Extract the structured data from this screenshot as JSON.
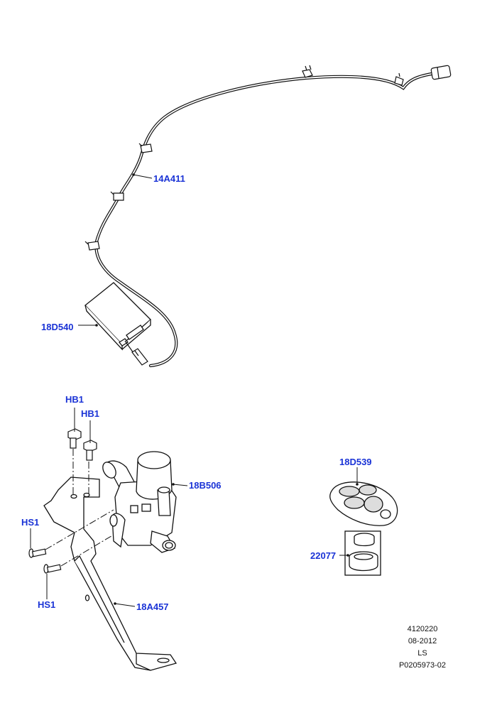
{
  "callouts": {
    "antenna_cable": "14A411",
    "control_module": "18D540",
    "fuel_bolt_1": "HB1",
    "fuel_bolt_2": "HB1",
    "pump": "18B506",
    "screw_1": "HS1",
    "screw_2": "HS1",
    "bracket": "18A457",
    "remote_transmitter": "18D539",
    "battery_cover": "22077"
  },
  "footer": {
    "ref": "4120220",
    "date": "08-2012",
    "code": "LS",
    "part": "P0205973-02"
  },
  "colors": {
    "callout": "#1a33d6",
    "line": "#111111"
  }
}
